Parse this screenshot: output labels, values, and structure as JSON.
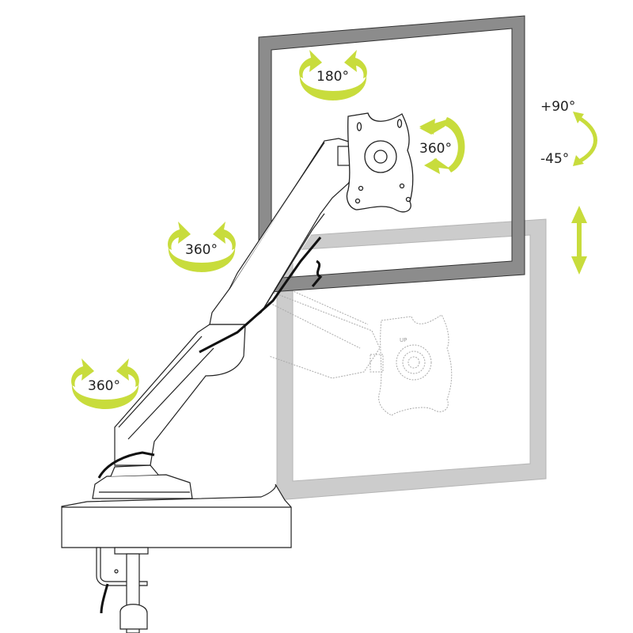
{
  "diagram": {
    "subject": "Gas-spring monitor arm adjustment ranges",
    "accent_color": "#c8dc3c",
    "frame_colors": {
      "upper_monitor": "#8c8c8c",
      "lower_monitor": "#cccccc"
    },
    "labels": {
      "monitor_swivel": "180°",
      "vesa_rotation": "360°",
      "tilt_up": "+90°",
      "tilt_down": "-45°",
      "elbow_rotation": "360°",
      "base_rotation": "360°",
      "vesa_up_marker": "UP"
    },
    "indicators": [
      {
        "name": "monitor-swivel",
        "value": "180°",
        "type": "horizontal-rotation"
      },
      {
        "name": "vesa-rotation",
        "value": "360°",
        "type": "plate-rotation"
      },
      {
        "name": "tilt-range",
        "values": [
          "+90°",
          "-45°"
        ],
        "type": "tilt"
      },
      {
        "name": "height-adjustment",
        "type": "vertical-double-arrow"
      },
      {
        "name": "elbow-rotation",
        "value": "360°",
        "type": "horizontal-rotation"
      },
      {
        "name": "base-rotation",
        "value": "360°",
        "type": "horizontal-rotation"
      }
    ]
  }
}
